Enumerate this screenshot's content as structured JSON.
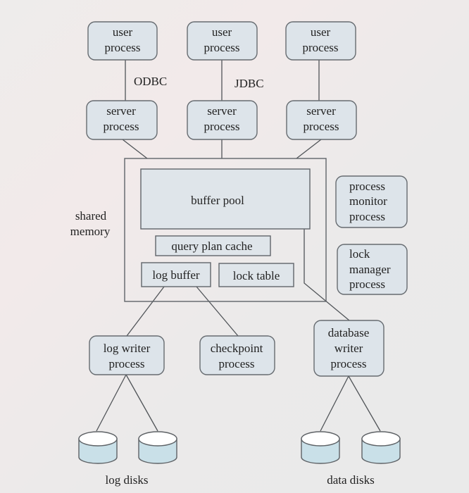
{
  "diagram": {
    "user_processes": [
      {
        "line1": "user",
        "line2": "process"
      },
      {
        "line1": "user",
        "line2": "process"
      },
      {
        "line1": "user",
        "line2": "process"
      }
    ],
    "connection_labels": {
      "odbc": "ODBC",
      "jdbc": "JDBC"
    },
    "server_processes": [
      {
        "line1": "server",
        "line2": "process"
      },
      {
        "line1": "server",
        "line2": "process"
      },
      {
        "line1": "server",
        "line2": "process"
      }
    ],
    "shared_memory": {
      "label_line1": "shared",
      "label_line2": "memory",
      "buffer_pool": "buffer pool",
      "query_plan_cache": "query plan cache",
      "log_buffer": "log buffer",
      "lock_table": "lock table"
    },
    "process_monitor": {
      "line1": "process",
      "line2": "monitor",
      "line3": "process"
    },
    "lock_manager": {
      "line1": "lock",
      "line2": "manager",
      "line3": "process"
    },
    "log_writer": {
      "line1": "log writer",
      "line2": "process"
    },
    "checkpoint": {
      "line1": "checkpoint",
      "line2": "process"
    },
    "database_writer": {
      "line1": "database",
      "line2": "writer",
      "line3": "process"
    },
    "log_disks_label": "log disks",
    "data_disks_label": "data disks",
    "colors": {
      "box_fill": "#dde4ea",
      "box_stroke": "#666b70",
      "disk_fill": "#c9e0e8"
    }
  }
}
